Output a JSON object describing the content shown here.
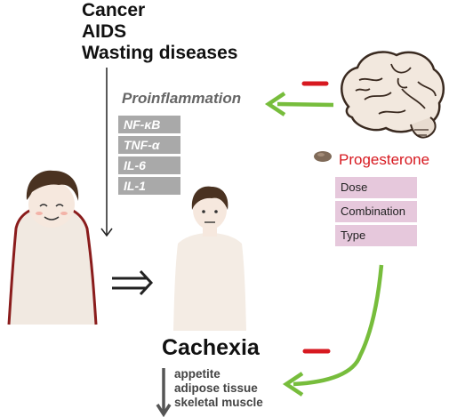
{
  "causes": [
    "Cancer",
    "AIDS",
    "Wasting diseases"
  ],
  "proinflammation": {
    "title": "Proinflammation",
    "markers": [
      "NF-κB",
      "TNF-α",
      "IL-6",
      "IL-1"
    ]
  },
  "progesterone": {
    "label": "Progesterone",
    "factors": [
      "Dose",
      "Combination",
      "Type"
    ]
  },
  "cachexia": {
    "label": "Cachexia",
    "effects": [
      "appetite",
      "adipose tissue",
      "skeletal muscle"
    ]
  },
  "colors": {
    "green_arrow": "#77bd3c",
    "inhibition_mark": "#d71920",
    "progesterone_text": "#d71920",
    "marker_box": "#a9a9a9",
    "factor_box": "#e6c8dc",
    "body_outline": "#8a1c1c",
    "skin": "#f6e8de"
  },
  "icons": [
    "brain-icon",
    "progesterone-pill-icon",
    "overweight-person-icon",
    "thin-person-icon"
  ]
}
